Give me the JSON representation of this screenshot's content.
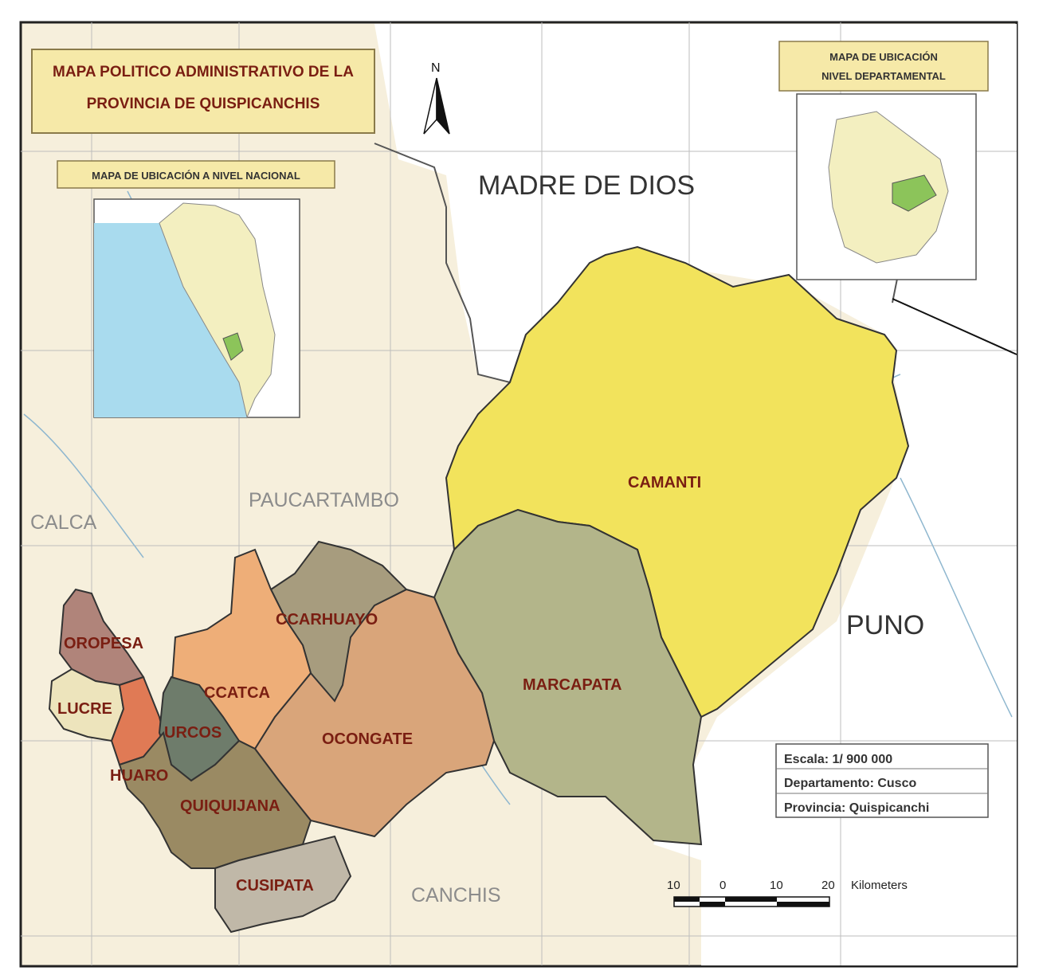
{
  "title": {
    "line1": "MAPA POLITICO ADMINISTRATIVO DE LA",
    "line2": "PROVINCIA DE QUISPICANCHIS"
  },
  "north_arrow": {
    "label": "N"
  },
  "inset_national": {
    "title": "MAPA DE UBICACIÓN A NIVEL NACIONAL"
  },
  "inset_departmental": {
    "title_line1": "MAPA DE UBICACIÓN",
    "title_line2": "NIVEL DEPARTAMENTAL"
  },
  "neighbors": {
    "madre_de_dios": "MADRE DE DIOS",
    "puno": "PUNO",
    "paucartambo": "PAUCARTAMBO",
    "calca": "CALCA",
    "canchis": "CANCHIS"
  },
  "districts": {
    "camanti": "CAMANTI",
    "marcapata": "MARCAPATA",
    "ocongate": "OCONGATE",
    "ccarhuayo": "CCARHUAYO",
    "ccatca": "CCATCA",
    "oropesa": "OROPESA",
    "lucre": "LUCRE",
    "urcos": "URCOS",
    "huaro": "HUARO",
    "quiquijana": "QUIQUIJANA",
    "cusipata": "CUSIPATA"
  },
  "info_box": {
    "scale": "Escala: 1/ 900 000",
    "department": "Departamento: Cusco",
    "province": "Provincia: Quispicanchi"
  },
  "scale_bar": {
    "ticks": [
      "10",
      "0",
      "10",
      "20"
    ],
    "unit": "Kilometers"
  },
  "colors": {
    "camanti": "#f2e35c",
    "marcapata": "#b3b58a",
    "ocongate": "#d9a57a",
    "ccarhuayo": "#a79c7e",
    "ccatca": "#eeae78",
    "oropesa": "#b0847a",
    "lucre": "#ede4bc",
    "urcos": "#6e7c6b",
    "huaro": "#e07a55",
    "quiquijana": "#9a8a63",
    "cusipata": "#c0b8a8",
    "background": "#f6efdc",
    "label": "#7a1e12",
    "title_box": "#f6e9a8"
  }
}
